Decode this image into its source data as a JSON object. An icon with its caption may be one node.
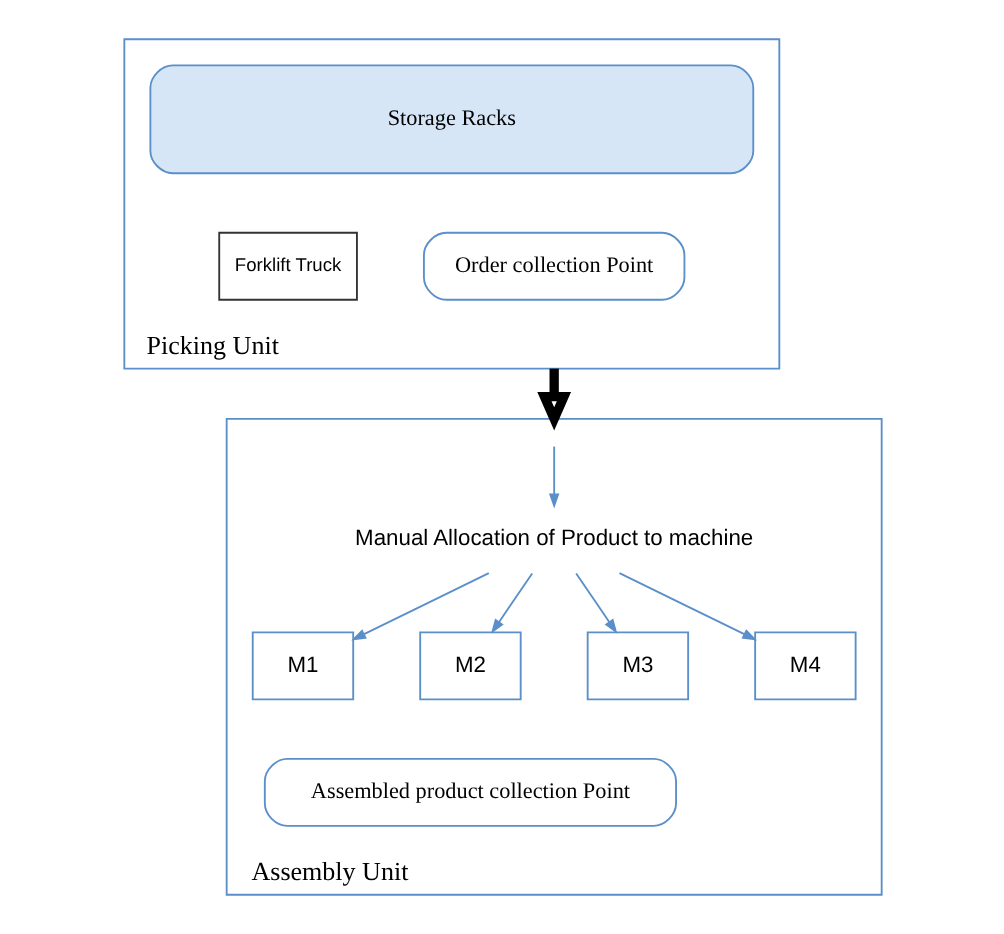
{
  "diagram": {
    "nodes": [
      {
        "text": [
          "Picking Unit"
        ]
      },
      {
        "text": [
          "Storage Racks"
        ],
        "in": 0
      },
      {
        "text": [
          "Forklift Truck"
        ],
        "in": 0
      },
      {
        "text": [
          "Order collection Point"
        ],
        "in": 0
      },
      {
        "text": [
          "Assembly Unit"
        ]
      },
      {
        "text": [
          "Manual Allocation of Product to machine"
        ],
        "in": 4
      },
      {
        "text": [
          "M1"
        ],
        "in": 4
      },
      {
        "text": [
          "M2"
        ],
        "in": 4
      },
      {
        "text": [
          "M3"
        ],
        "in": 4
      },
      {
        "text": [
          "M4"
        ],
        "in": 4
      },
      {
        "text": [
          "Assembled product collection Point"
        ],
        "in": 4
      }
    ],
    "edges": [
      {
        "from": 0,
        "to": 4,
        "arrow": "to",
        "style": "thick",
        "color": "#000000"
      },
      {
        "from": null,
        "to": 5,
        "arrow": "to"
      },
      {
        "from": 5,
        "to": 6,
        "arrow": "to"
      },
      {
        "from": 5,
        "to": 7,
        "arrow": "to"
      },
      {
        "from": 5,
        "to": 8,
        "arrow": "to"
      },
      {
        "from": 5,
        "to": 9,
        "arrow": "to"
      }
    ]
  }
}
